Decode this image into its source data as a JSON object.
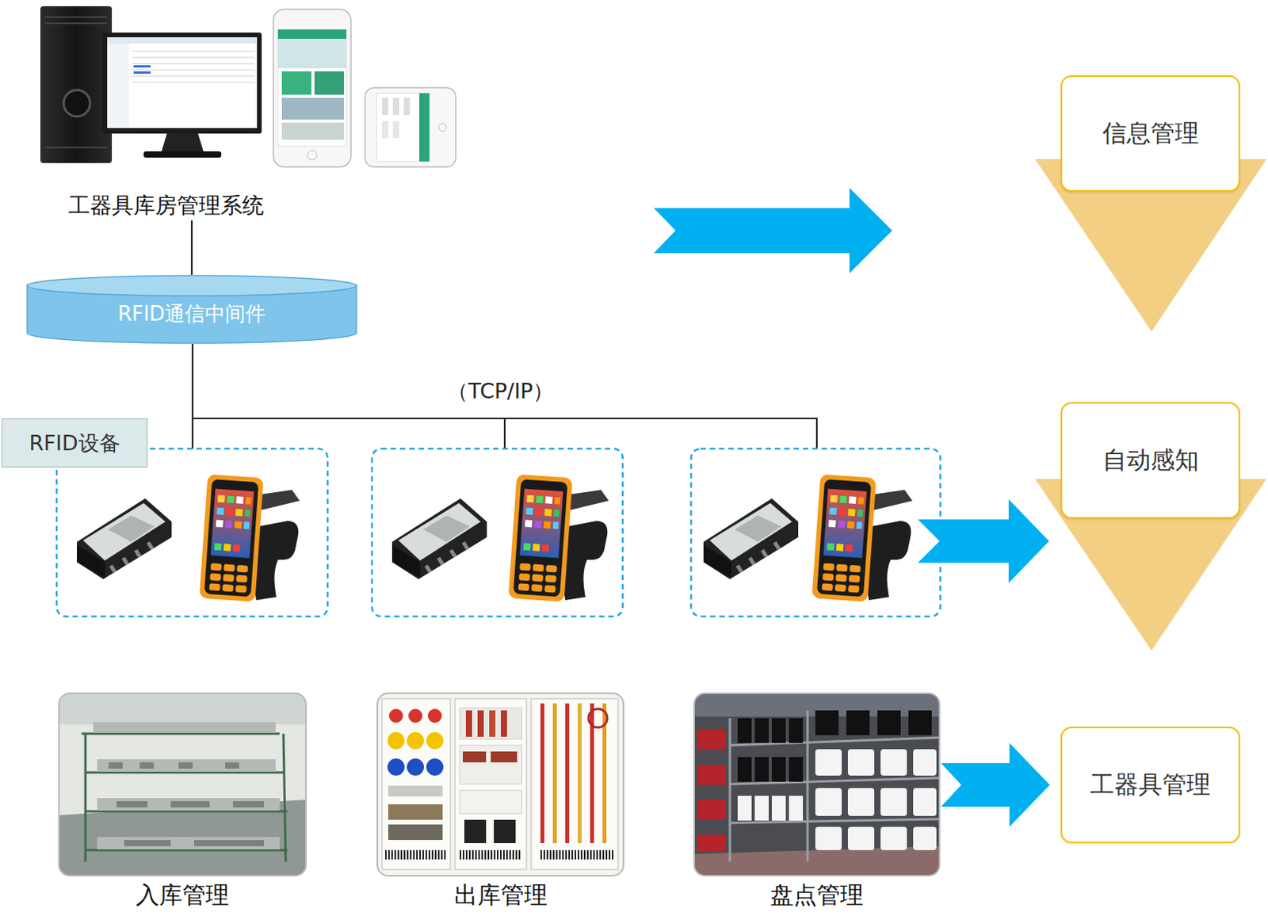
{
  "diagram": {
    "nodes": [
      {
        "text": [
          "工器具库房管理系统"
        ]
      },
      {
        "text": [
          "信息管理"
        ]
      },
      {
        "text": [
          "RFID通信中间件"
        ]
      },
      {
        "text": [
          "RFID设备"
        ]
      },
      {
        "text": [
          "自动感知"
        ]
      },
      {
        "text": [
          "入库管理"
        ]
      },
      {
        "text": [
          "出库管理"
        ]
      },
      {
        "text": [
          "盘点管理"
        ]
      },
      {
        "text": [
          "工器具管理"
        ]
      }
    ],
    "edges": [
      {
        "from": 0,
        "to": 2,
        "arrow": "none"
      },
      {
        "from": 7,
        "to": 8,
        "arrow": "to"
      }
    ],
    "labels": [
      "（TCP/IP）"
    ]
  }
}
